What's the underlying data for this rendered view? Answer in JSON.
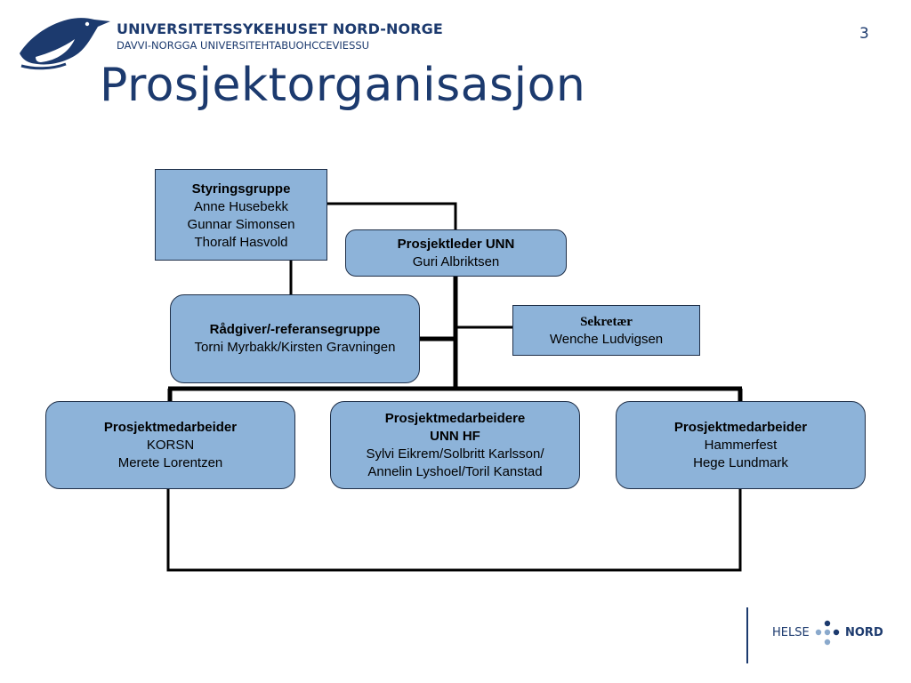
{
  "header": {
    "brand_line1": "UNIVERSITETSSYKEHUSET NORD-NORGE",
    "brand_line2": "DAVVI-NORGGA UNIVERSITEHTABUOHCCEVIESSU",
    "page_number": "3",
    "title": "Prosjektorganisasjon"
  },
  "org_chart": {
    "steering_group": {
      "heading": "Styringsgruppe",
      "members": [
        "Anne Husebekk",
        "Gunnar Simonsen",
        "Thoralf Hasvold"
      ]
    },
    "project_leader": {
      "heading": "Prosjektleder UNN",
      "name": "Guri Albriktsen"
    },
    "advisory_group": {
      "heading": "Rådgiver/-referansegruppe",
      "names": "Torni Myrbakk/Kirsten Gravningen"
    },
    "secretary": {
      "heading": "Sekretær",
      "name": "Wenche Ludvigsen"
    },
    "members": [
      {
        "heading": "Prosjektmedarbeider",
        "lines": [
          "KORSN",
          "Merete Lorentzen"
        ]
      },
      {
        "heading": "Prosjektmedarbeidere",
        "lines": [
          "UNN HF",
          "Sylvi Eikrem/Solbritt Karlsson/",
          "Annelin Lyshoel/Toril Kanstad"
        ]
      },
      {
        "heading": "Prosjektmedarbeider",
        "lines": [
          "Hammerfest",
          "Hege Lundmark"
        ]
      }
    ]
  },
  "footer": {
    "logo_left": "HELSE",
    "logo_right": "NORD"
  },
  "colors": {
    "box_fill": "#8db3d9",
    "title_blue": "#1c3a6e",
    "connector": "#000000"
  },
  "icons": {
    "brand_logo": "penguin-logo-icon",
    "footer_logo": "helse-nord-dots-icon"
  }
}
